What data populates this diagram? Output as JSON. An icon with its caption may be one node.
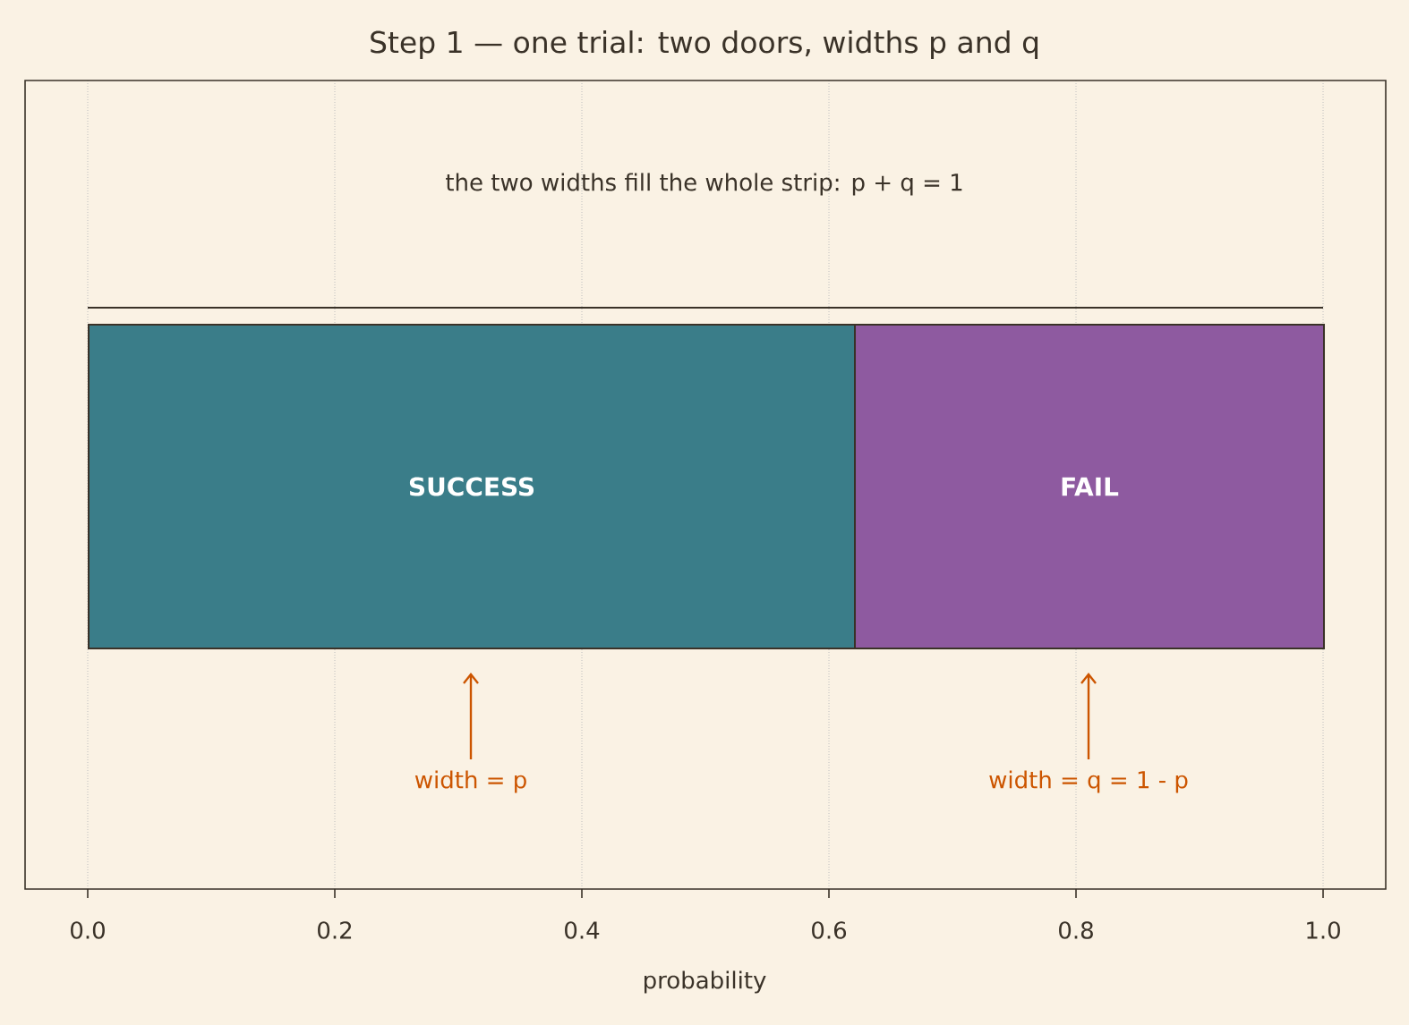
{
  "diagram": {
    "title": "Step 1 — one trial: two doors, widths p and q",
    "nodes": [
      {
        "text": [
          "SUCCESS"
        ]
      },
      {
        "text": [
          "FAIL"
        ]
      },
      {
        "text": [
          "width = p"
        ]
      },
      {
        "text": [
          "width = q = 1 - p"
        ]
      }
    ],
    "edges": [
      {
        "from": 2,
        "to": 0,
        "arrow": "to"
      },
      {
        "from": 3,
        "to": 1,
        "arrow": "to"
      }
    ],
    "labels": [
      "the two widths fill the whole strip:  p + q = 1",
      "0.0",
      "0.2",
      "0.4",
      "0.6",
      "0.8",
      "1.0",
      "probability"
    ]
  }
}
